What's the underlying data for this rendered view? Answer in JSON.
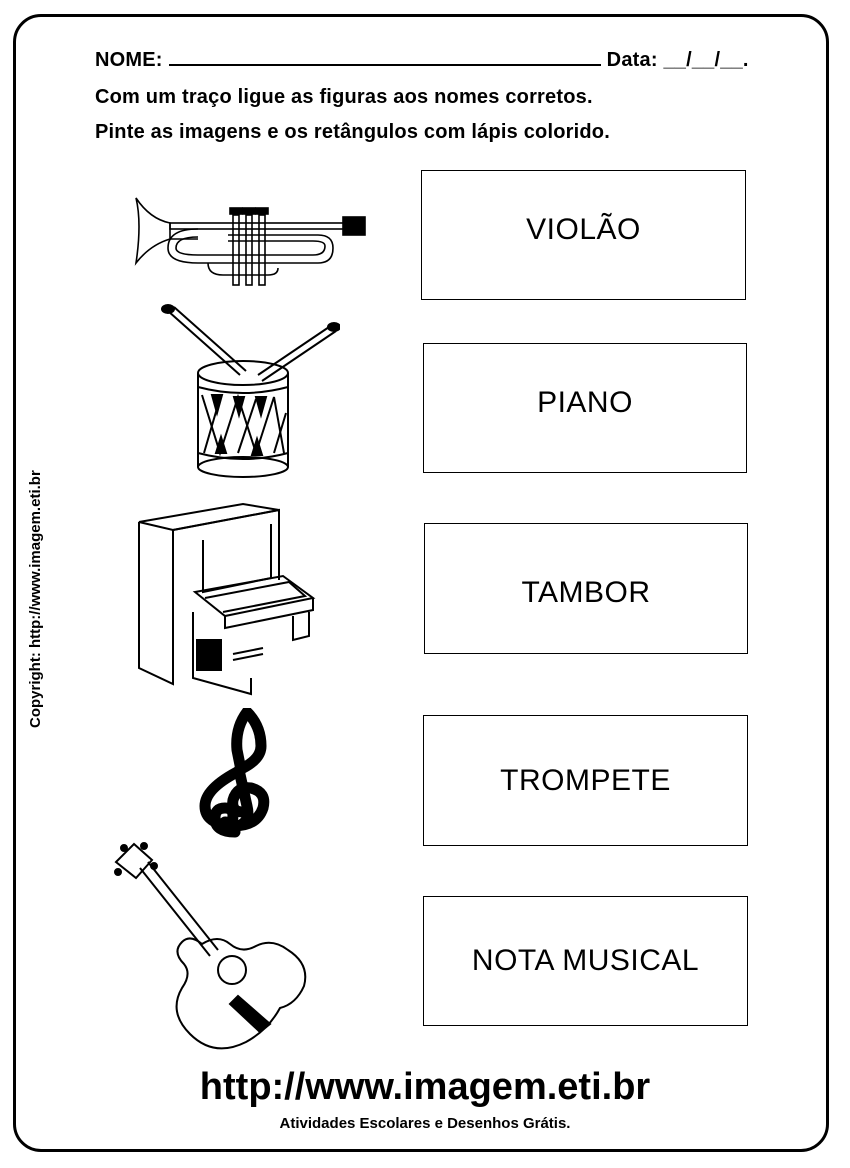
{
  "header": {
    "name_label": "NOME:",
    "date_label": "Data: __/__/__.",
    "instruction_1": "Com um traço ligue as figuras aos nomes corretos.",
    "instruction_2": "Pinte as imagens e os retângulos com lápis colorido."
  },
  "sidebar": {
    "copyright": "Copyright:  http://www.imagem.eti.br"
  },
  "pictures": [
    {
      "icon": "trumpet-icon"
    },
    {
      "icon": "drum-icon"
    },
    {
      "icon": "piano-icon"
    },
    {
      "icon": "treble-clef-icon"
    },
    {
      "icon": "guitar-icon"
    }
  ],
  "words": [
    "VIOLÃO",
    "PIANO",
    "TAMBOR",
    "TROMPETE",
    "NOTA MUSICAL"
  ],
  "footer": {
    "url": "http://www.imagem.eti.br",
    "tagline": "Atividades Escolares e Desenhos Grátis."
  }
}
